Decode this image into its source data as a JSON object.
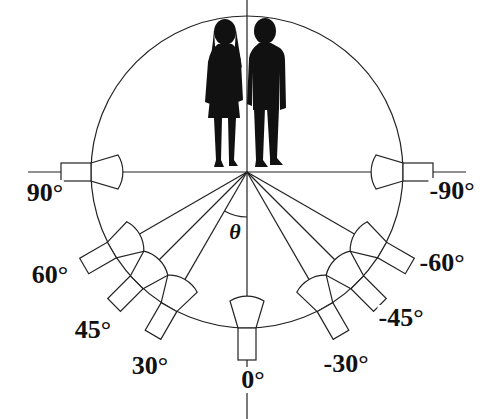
{
  "diagram": {
    "labels": [
      "90°",
      "60°",
      "45°",
      "30°",
      "0°",
      "-30°",
      "-45°",
      "-60°",
      "-90°",
      "θ"
    ]
  }
}
